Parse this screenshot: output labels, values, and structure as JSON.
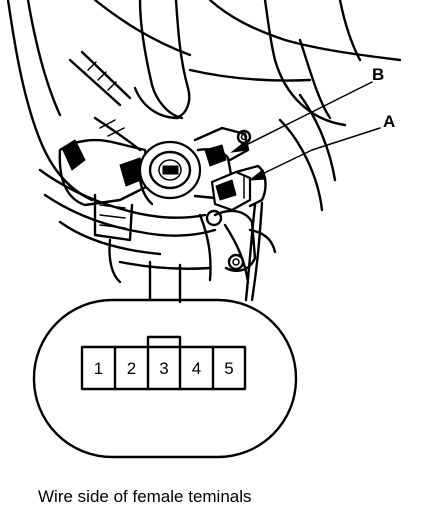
{
  "callouts": {
    "a": "A",
    "b": "B"
  },
  "connector": {
    "terminals": [
      "1",
      "2",
      "3",
      "4",
      "5"
    ]
  },
  "caption": "Wire side of female teminals"
}
